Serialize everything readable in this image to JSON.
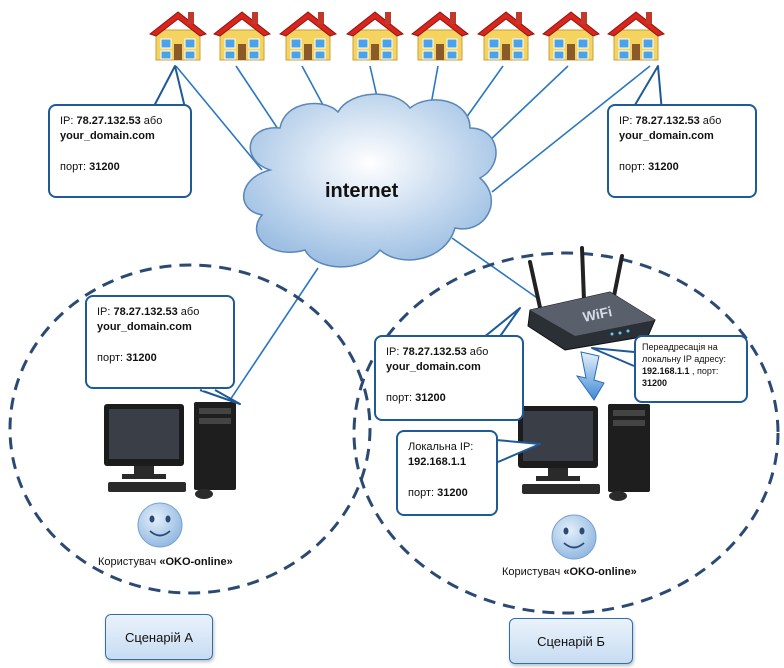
{
  "cloud": {
    "label": "internet"
  },
  "callout_top_left": {
    "ip_prefix": "IP: ",
    "ip": "78.27.132.53",
    "or": " або",
    "domain": "your_domain.com",
    "port_prefix": "порт: ",
    "port": "31200"
  },
  "callout_top_right": {
    "ip_prefix": "IP: ",
    "ip": "78.27.132.53",
    "or": " або",
    "domain": "your_domain.com",
    "port_prefix": "порт: ",
    "port": "31200"
  },
  "callout_a": {
    "ip_prefix": "IP: ",
    "ip": "78.27.132.53",
    "or": " або",
    "domain": "your_domain.com",
    "port_prefix": "порт: ",
    "port": "31200"
  },
  "callout_b": {
    "ip_prefix": "IP: ",
    "ip": "78.27.132.53",
    "or": " або",
    "domain": "your_domain.com",
    "port_prefix": "порт: ",
    "port": "31200"
  },
  "callout_local": {
    "line1": "Локальна IP:",
    "ip": "192.168.1.1",
    "port_prefix": "порт: ",
    "port": "31200"
  },
  "callout_forward": {
    "line1": "Переадресація на",
    "line2": "локальну IP адресу:",
    "ip": "192.168.1.1",
    "port_prefix": " , порт:",
    "port": "31200"
  },
  "router": {
    "label": "WiFi"
  },
  "caption_a": {
    "prefix": "Користувач ",
    "name": "«OKO-online»"
  },
  "caption_b": {
    "prefix": "Користувач ",
    "name": "«OKO-online»"
  },
  "scenario_a": {
    "label": "Сценарій А"
  },
  "scenario_b": {
    "label": "Сценарій Б"
  },
  "colors": {
    "line": "#2b78c2",
    "dash": "#2a4a73",
    "callout_border": "#1f5a96",
    "cloud": "#c9dcf0",
    "roof": "#d9251c",
    "wall": "#f4d35e",
    "smiley": "#a9c8ea"
  }
}
